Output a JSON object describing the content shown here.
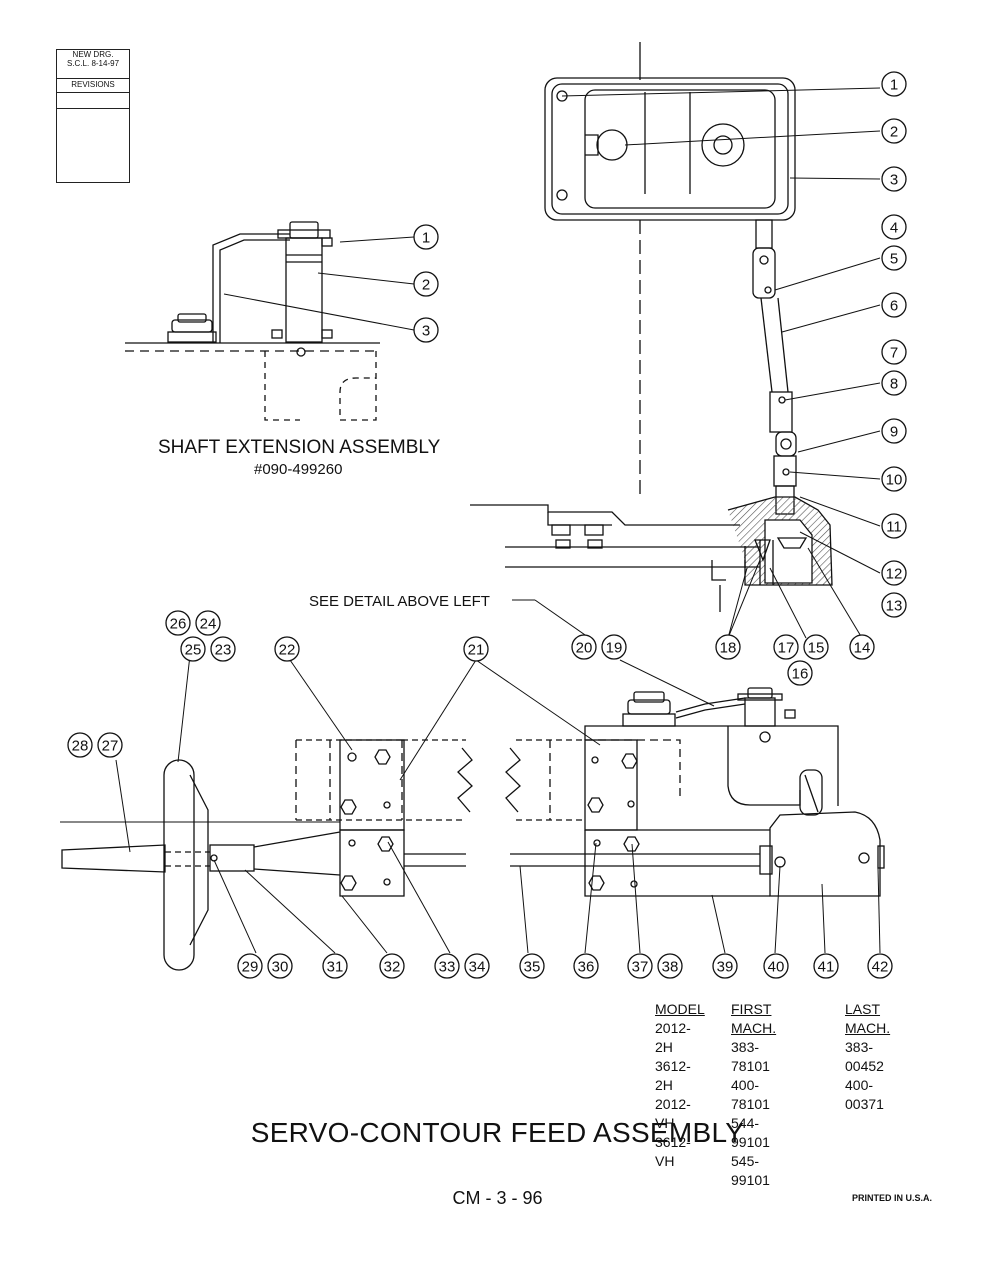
{
  "revision_block": {
    "line1": "NEW DRG.",
    "line2": "S.C.L.  8-14-97",
    "label": "REVISIONS"
  },
  "detail": {
    "title": "SHAFT EXTENSION ASSEMBLY",
    "part_number": "#090-499260",
    "callouts": [
      "1",
      "2",
      "3"
    ]
  },
  "upper_assembly": {
    "callouts": [
      "1",
      "2",
      "3",
      "4",
      "5",
      "6",
      "7",
      "8",
      "9",
      "10",
      "11",
      "12",
      "13",
      "14",
      "15",
      "16",
      "17",
      "18"
    ]
  },
  "see_detail_note": "SEE DETAIL ABOVE LEFT",
  "lower_assembly": {
    "callouts": [
      "19",
      "20",
      "21",
      "22",
      "23",
      "24",
      "25",
      "26",
      "27",
      "28",
      "29",
      "30",
      "31",
      "32",
      "33",
      "34",
      "35",
      "36",
      "37",
      "38",
      "39",
      "40",
      "41",
      "42"
    ]
  },
  "model_table": {
    "headers": [
      "MODEL",
      "FIRST MACH.",
      "LAST MACH."
    ],
    "rows": [
      [
        "2012-2H",
        "383-78101",
        "383-00452"
      ],
      [
        "3612-2H",
        "400-78101",
        "400-00371"
      ],
      [
        "2012-VH",
        "544-99101",
        ""
      ],
      [
        "3612-VH",
        "545-99101",
        ""
      ]
    ]
  },
  "title": "SERVO-CONTOUR FEED ASSEMBLY",
  "page_number": "CM - 3 - 96",
  "printed": "PRINTED IN U.S.A.",
  "colors": {
    "ink": "#111111",
    "paper": "#ffffff",
    "hatch": "#555555"
  }
}
